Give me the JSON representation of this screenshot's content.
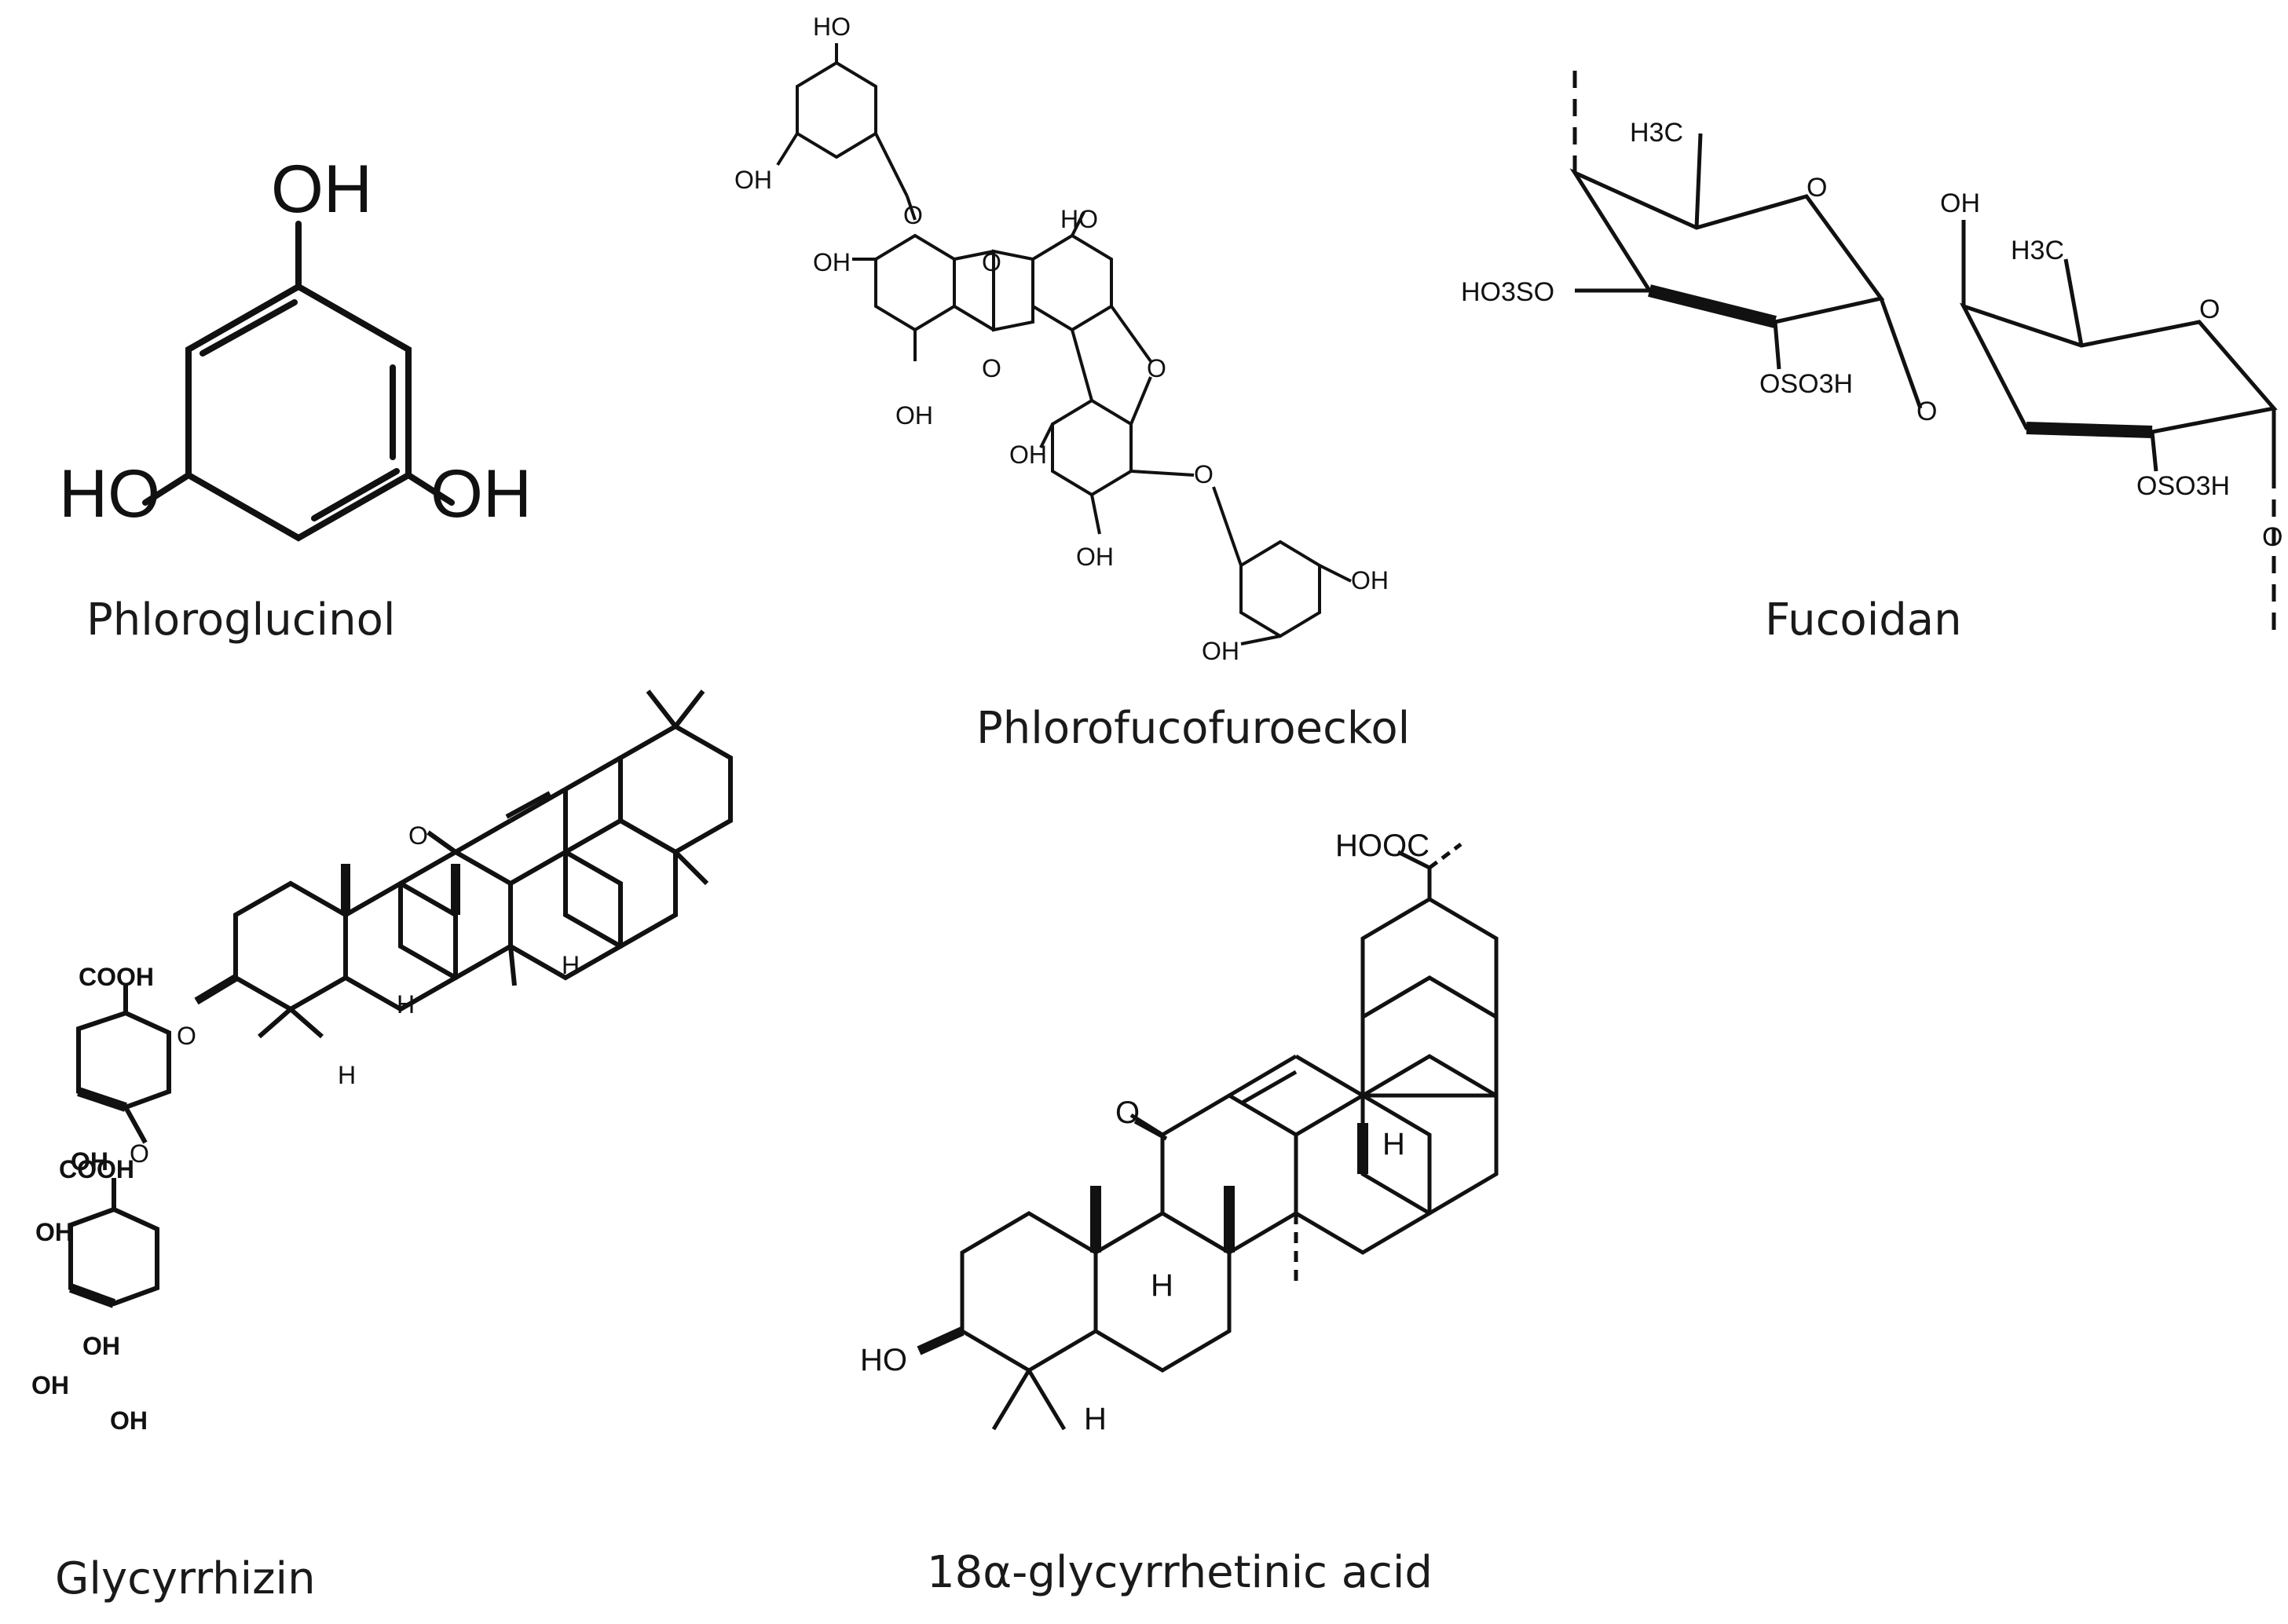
{
  "captions": {
    "phloroglucinol": "Phloroglucinol",
    "phlorofucofuroeckol": "Phlorofucofuroeckol",
    "fucoidan": "Fucoidan",
    "glycyrrhizin": "Glycyrrhizin",
    "glycyrrhetinic": "18α-glycyrrhetinic acid"
  },
  "atoms": {
    "oh": "OH",
    "ho": "HO",
    "o": "O",
    "h": "H",
    "cooh": "COOH",
    "hooc": "HOOC",
    "h3c": "H3C",
    "oso3h": "OSO3H",
    "ho3so": "HO3SO"
  }
}
